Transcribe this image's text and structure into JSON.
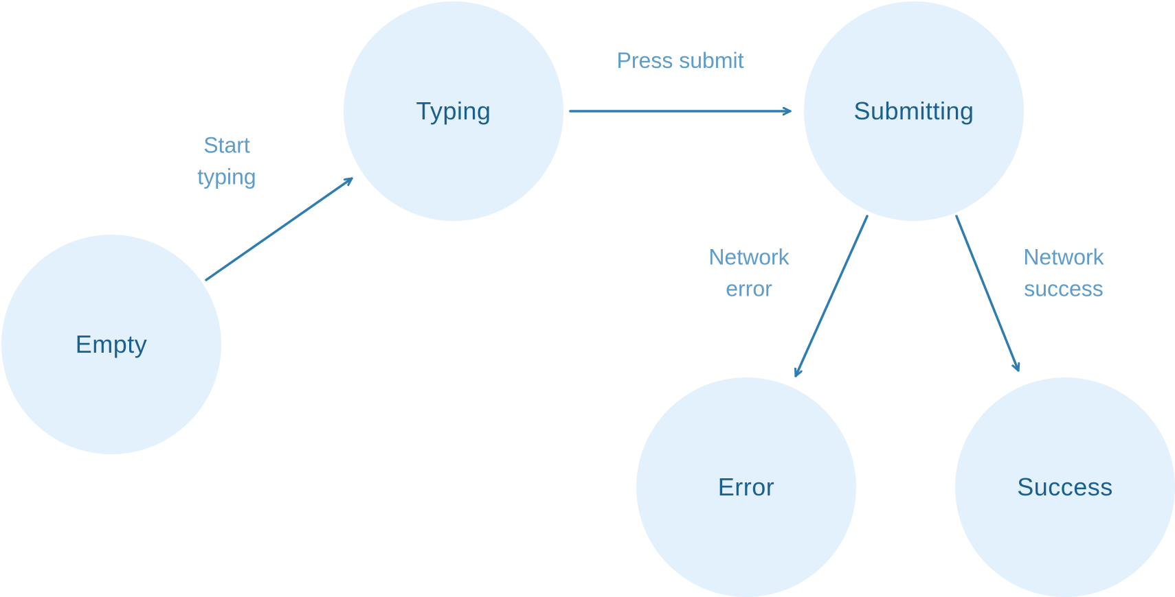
{
  "diagram": {
    "type": "state-machine",
    "colors": {
      "node_fill": "#e2f1fc",
      "node_text": "#1a608f",
      "edge_stroke": "#2e7cb0",
      "edge_label_text": "#5e9cc9",
      "background": "#ffffff"
    },
    "nodes": [
      {
        "id": "empty",
        "label": "Empty"
      },
      {
        "id": "typing",
        "label": "Typing"
      },
      {
        "id": "submitting",
        "label": "Submitting"
      },
      {
        "id": "error",
        "label": "Error"
      },
      {
        "id": "success",
        "label": "Success"
      }
    ],
    "edges": [
      {
        "from": "empty",
        "to": "typing",
        "label": "Start\ntyping"
      },
      {
        "from": "typing",
        "to": "submitting",
        "label": "Press submit"
      },
      {
        "from": "submitting",
        "to": "error",
        "label": "Network\nerror"
      },
      {
        "from": "submitting",
        "to": "success",
        "label": "Network\nsuccess"
      }
    ]
  }
}
